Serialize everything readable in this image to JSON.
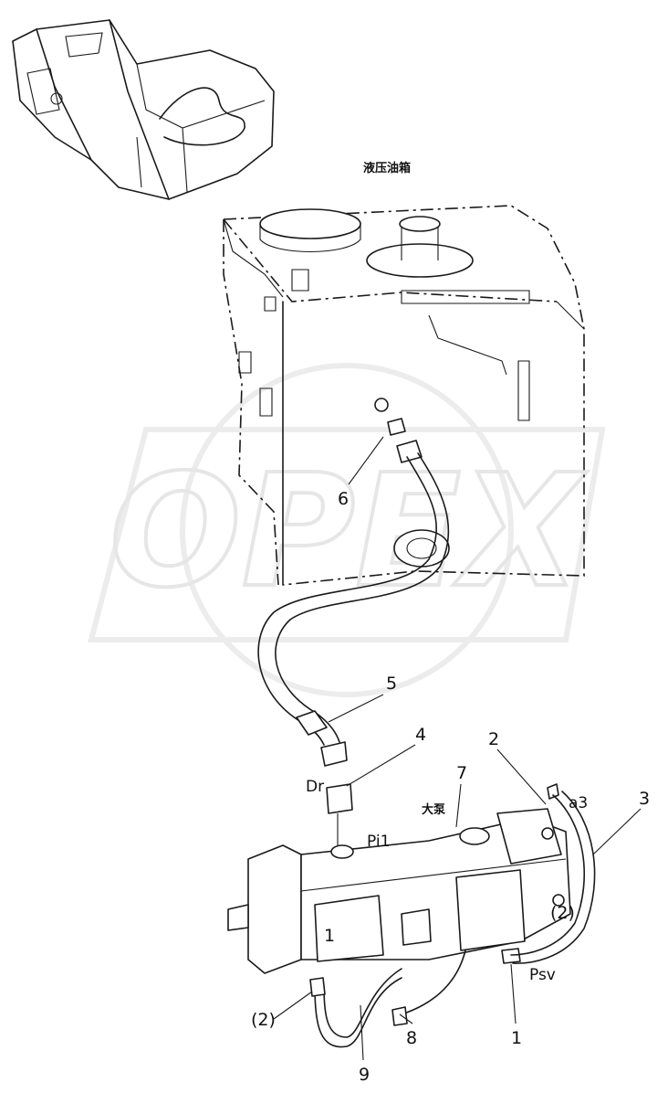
{
  "title": "液压油箱",
  "watermark": "OPEX",
  "pump_label": "大泵",
  "port_labels": {
    "dr": "Dr",
    "pi1": "Pi1",
    "a3": "a3",
    "psv": "Psv"
  },
  "callouts": {
    "c1a": "1",
    "c1b": "1",
    "c2": "2",
    "c2a": "(2)",
    "c2b": "(2)",
    "c3": "3",
    "c4": "4",
    "c5": "5",
    "c6": "6",
    "c7": "7",
    "c8": "8",
    "c9": "9"
  }
}
